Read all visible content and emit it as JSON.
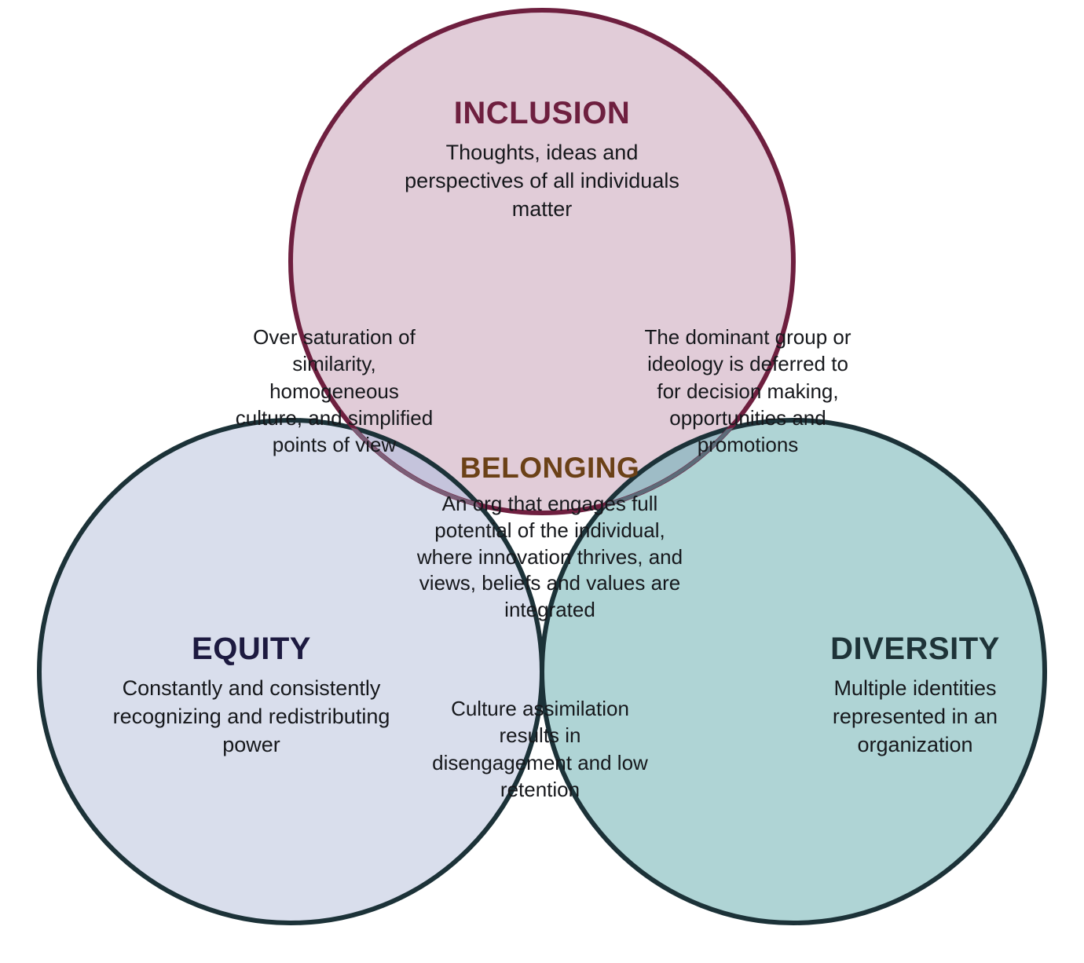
{
  "diagram": {
    "type": "venn-3-circle",
    "title_visible": false,
    "background_color": "#FFFFFF"
  },
  "circles": {
    "inclusion": {
      "title": "INCLUSION",
      "description": "Thoughts, ideas and perspectives of all individuals matter",
      "fill": "#E1CCD8",
      "stroke": "#6E1F3F",
      "title_color": "#6E1F3F"
    },
    "equity": {
      "title": "EQUITY",
      "description": "Constantly and consistently recognizing and redistributing power",
      "fill": "#D9DEEC",
      "stroke": "#1C3238",
      "title_color": "#1D1A40"
    },
    "diversity": {
      "title": "DIVERSITY",
      "description": "Multiple identities represented in an organization",
      "fill": "#AFD4D5",
      "stroke": "#1C3238",
      "title_color": "#1E3338"
    }
  },
  "overlaps": {
    "inclusion_equity": {
      "text": "Over saturation of similarity, homogeneous culture, and simplified points of view",
      "fill": "#C5C4DC"
    },
    "inclusion_diversity": {
      "text": "The dominant group or ideology is deferred to for decision making, opportunities and promotions",
      "fill": "#9EBCC6"
    },
    "equity_diversity": {
      "text": "Culture assimilation results in disengagement and low retention",
      "fill": "#A9C4D6"
    },
    "center": {
      "title": "BELONGING",
      "description": "An org that engages full potential of the individual, where innovation thrives, and views, beliefs and values are integrated",
      "fill": "#A8BDD4",
      "title_color": "#6B4117"
    }
  }
}
